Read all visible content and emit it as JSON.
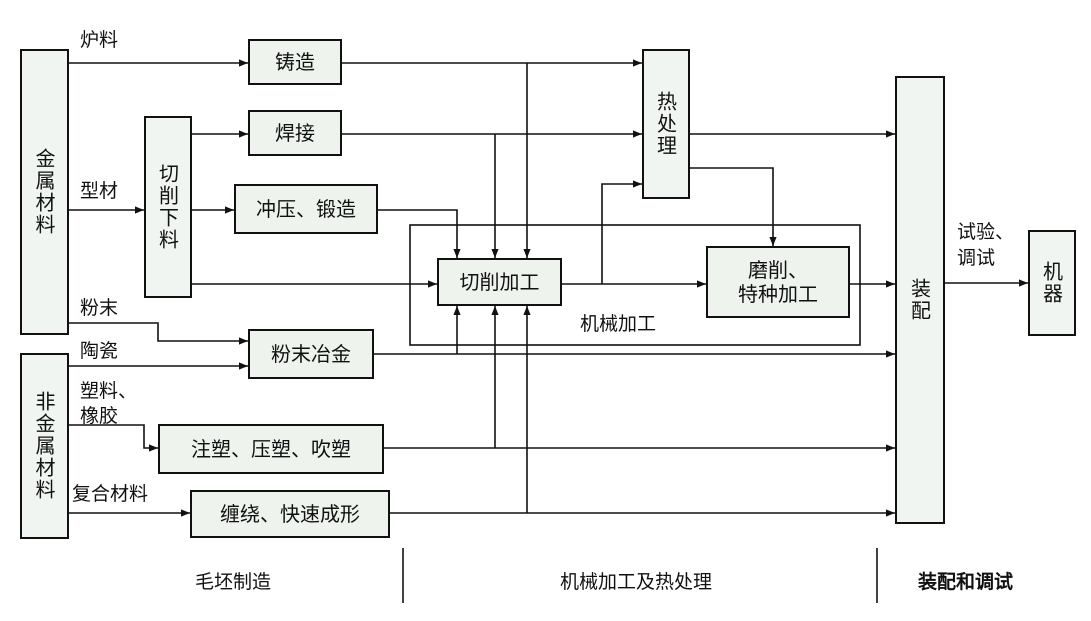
{
  "sources": {
    "metal": "金属材料",
    "nonmetal": "非金属材料"
  },
  "inputs": {
    "furnace": "炉料",
    "profile": "型材",
    "powder": "粉末",
    "ceramic": "陶瓷",
    "plastic_line1": "塑料、",
    "plastic_line2": "橡胶",
    "composite": "复合材料"
  },
  "processes": {
    "casting": "铸造",
    "welding": "焊接",
    "cutting_blank": "切削下料",
    "stamping_forging": "冲压、锻造",
    "powder_metallurgy": "粉末冶金",
    "molding": "注塑、压塑、吹塑",
    "winding": "缠绕、快速成形",
    "heat_treatment": "热处理",
    "machining": "切削加工",
    "grinding_line1": "磨削、",
    "grinding_line2": "特种加工",
    "machining_area": "机械加工",
    "assembly": "装配",
    "test_line1": "试验、",
    "test_line2": "调试",
    "machine": "机器"
  },
  "stages": {
    "blank": "毛坯制造",
    "machining_heat": "机械加工及热处理",
    "assembly_test": "装配和调试"
  }
}
